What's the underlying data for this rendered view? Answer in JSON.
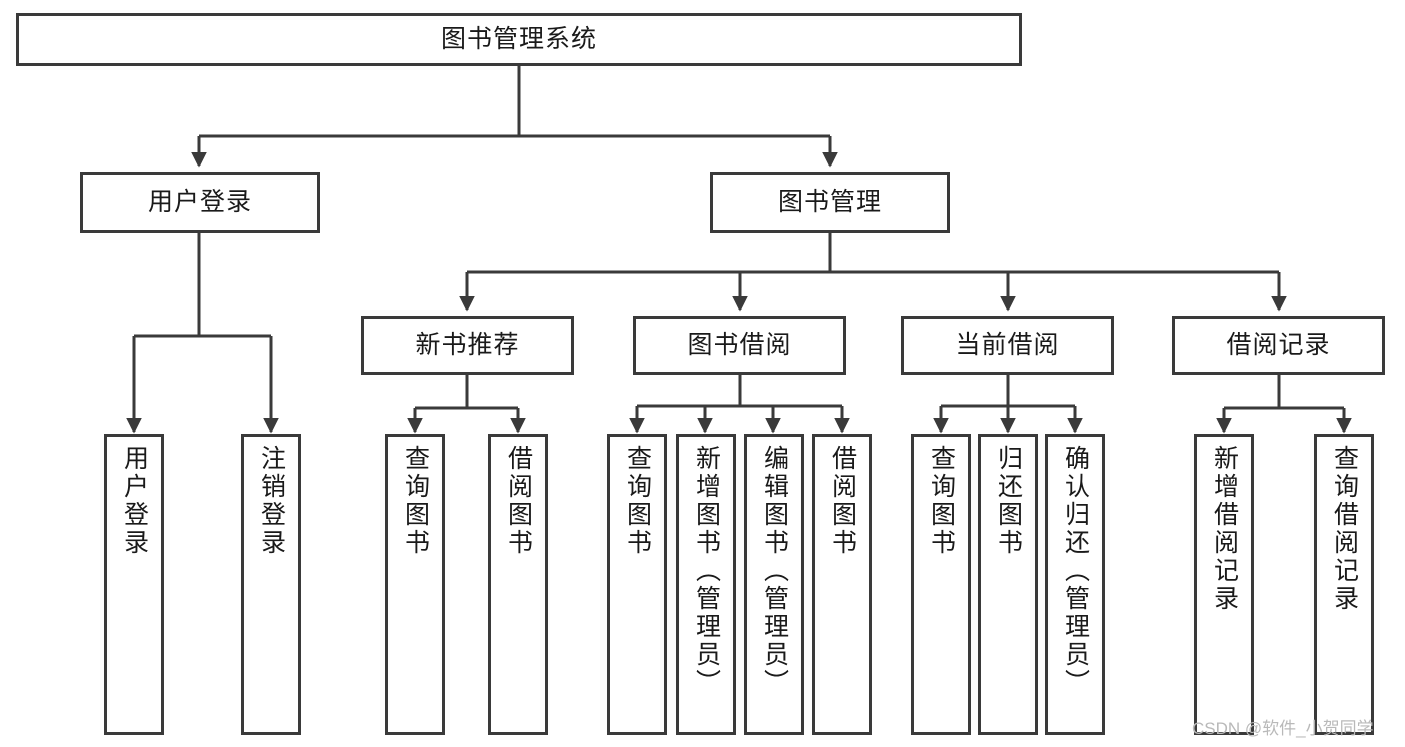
{
  "diagram": {
    "title": "图书管理系统",
    "type": "tree-hierarchy-diagram",
    "colors": {
      "background": "#ffffff",
      "node_border": "#3a3a3a",
      "node_fill": "#ffffff",
      "edge": "#3a3a3a",
      "text": "#1a1a1a",
      "watermark": "#b9b9b9"
    },
    "root": {
      "label": "图书管理系统"
    },
    "level2": [
      {
        "label": "用户登录"
      },
      {
        "label": "图书管理"
      }
    ],
    "level3": [
      {
        "label": "新书推荐"
      },
      {
        "label": "图书借阅"
      },
      {
        "label": "当前借阅"
      },
      {
        "label": "借阅记录"
      }
    ],
    "leaves_user_login": [
      {
        "label": "用户登录"
      },
      {
        "label": "注销登录"
      }
    ],
    "leaves_new_book": [
      {
        "label": "查询图书"
      },
      {
        "label": "借阅图书"
      }
    ],
    "leaves_borrow": [
      {
        "label": "查询图书"
      },
      {
        "label": "新增图书（管理员）"
      },
      {
        "label": "编辑图书（管理员）"
      },
      {
        "label": "借阅图书"
      }
    ],
    "leaves_current": [
      {
        "label": "查询图书"
      },
      {
        "label": "归还图书"
      },
      {
        "label": "确认归还（管理员）"
      }
    ],
    "leaves_records": [
      {
        "label": "新增借阅记录"
      },
      {
        "label": "查询借阅记录"
      }
    ]
  },
  "watermark": {
    "text": "CSDN @软件_小贺同学"
  }
}
